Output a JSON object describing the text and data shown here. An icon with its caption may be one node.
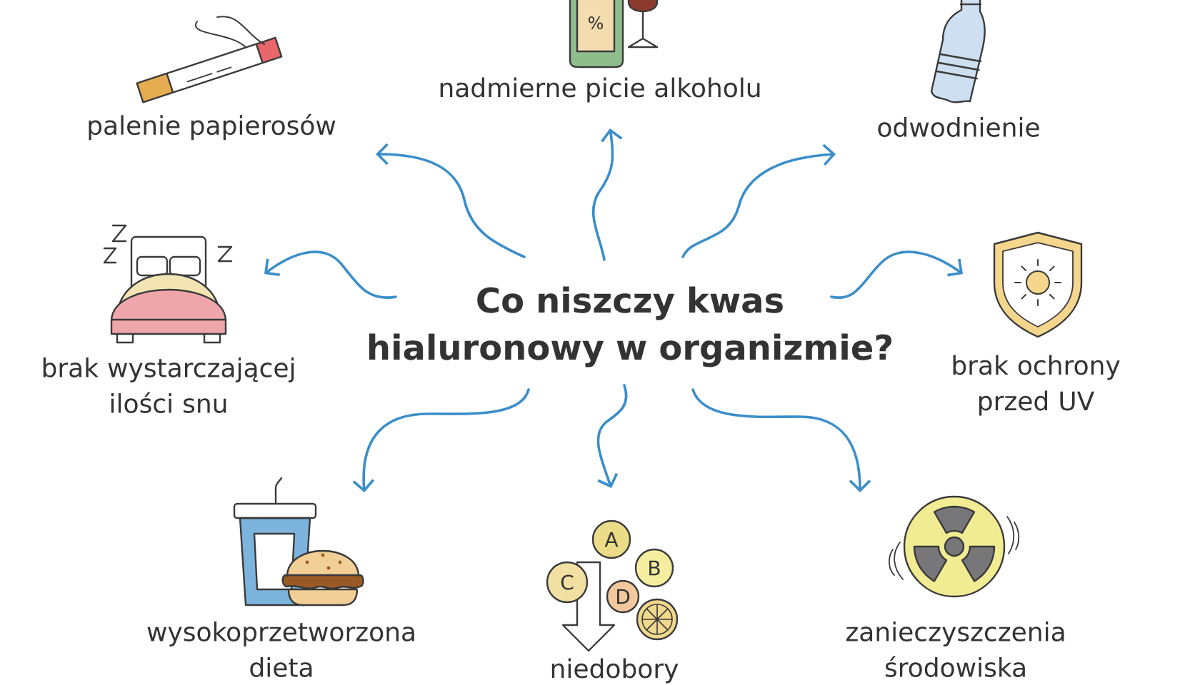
{
  "diagram": {
    "nodes": [
      {
        "text": [
          "Co niszczy kwas hialuronowy w organizmie?"
        ]
      },
      {
        "text": [
          "palenie papierosów"
        ]
      },
      {
        "text": [
          "nadmierne picie alkoholu"
        ]
      },
      {
        "text": [
          "odwodnienie"
        ]
      },
      {
        "text": [
          "brak wystarczającej ilości snu"
        ]
      },
      {
        "text": [
          "brak ochrony przed UV"
        ]
      },
      {
        "text": [
          "wysokoprzetworzona dieta"
        ]
      },
      {
        "text": [
          "niedobory"
        ]
      },
      {
        "text": [
          "zanieczyszczenia środowiska"
        ]
      }
    ],
    "edges": [
      {
        "from": 0,
        "to": 1,
        "arrow": "to"
      },
      {
        "from": 0,
        "to": 2,
        "arrow": "to"
      },
      {
        "from": 0,
        "to": 3,
        "arrow": "to"
      },
      {
        "from": 0,
        "to": 4,
        "arrow": "to"
      },
      {
        "from": 0,
        "to": 5,
        "arrow": "to"
      },
      {
        "from": 0,
        "to": 6,
        "arrow": "to"
      },
      {
        "from": 0,
        "to": 7,
        "arrow": "to"
      },
      {
        "from": 0,
        "to": 8,
        "arrow": "to"
      }
    ],
    "labels": [
      "%",
      "A",
      "B",
      "C",
      "D"
    ]
  }
}
